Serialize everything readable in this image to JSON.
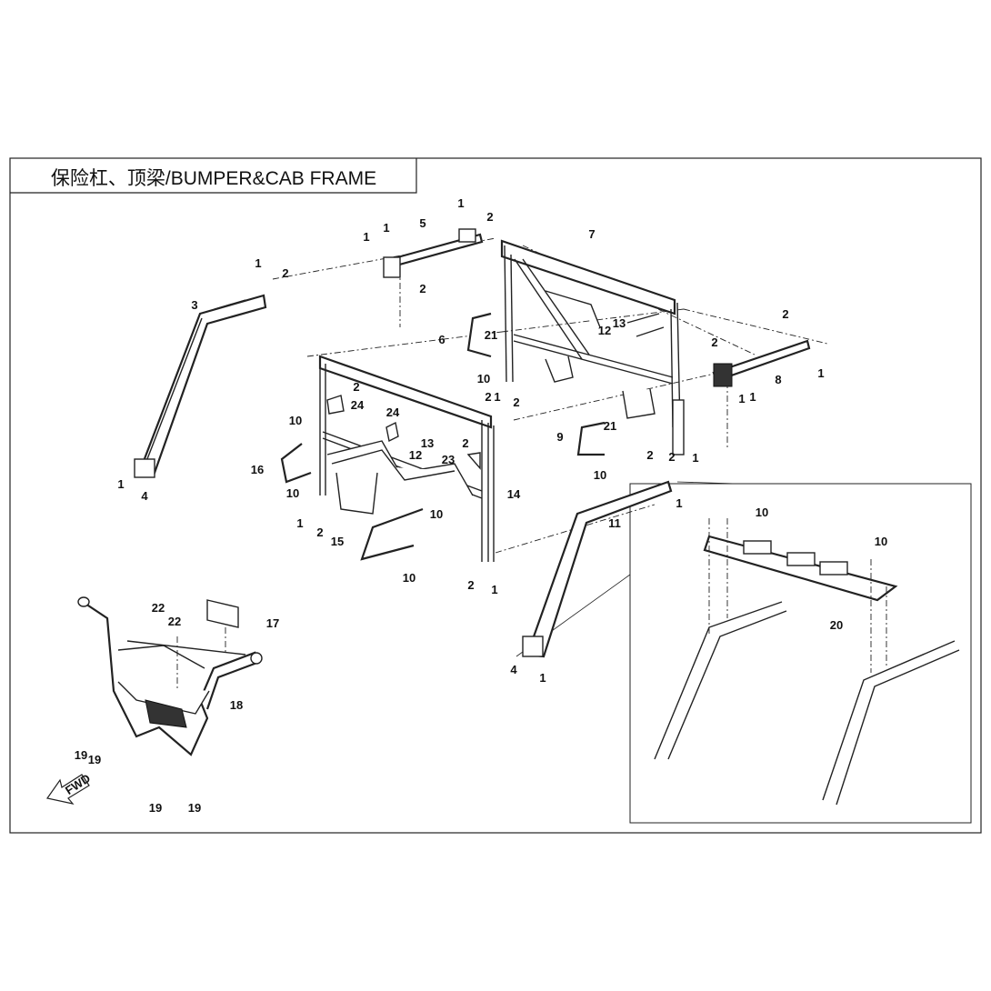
{
  "diagram": {
    "title": "保险杠、顶梁/BUMPER&CAB FRAME",
    "fwd_label": "FWD",
    "callouts": [
      {
        "id": "c1a",
        "text": "1"
      },
      {
        "id": "c1b",
        "text": "1"
      },
      {
        "id": "c1c",
        "text": "1"
      },
      {
        "id": "c1d",
        "text": "1"
      },
      {
        "id": "c1e",
        "text": "1"
      },
      {
        "id": "c1f",
        "text": "1"
      },
      {
        "id": "c1g",
        "text": "1"
      },
      {
        "id": "c1h",
        "text": "1"
      },
      {
        "id": "c1i",
        "text": "1"
      },
      {
        "id": "c1j",
        "text": "1"
      },
      {
        "id": "c1k",
        "text": "1"
      },
      {
        "id": "c1l",
        "text": "1"
      },
      {
        "id": "c1m",
        "text": "1"
      },
      {
        "id": "c1n",
        "text": "1"
      },
      {
        "id": "c2a",
        "text": "2"
      },
      {
        "id": "c2b",
        "text": "2"
      },
      {
        "id": "c2c",
        "text": "2"
      },
      {
        "id": "c2d",
        "text": "2"
      },
      {
        "id": "c2e",
        "text": "2"
      },
      {
        "id": "c2f",
        "text": "2"
      },
      {
        "id": "c2g",
        "text": "2"
      },
      {
        "id": "c2h",
        "text": "2"
      },
      {
        "id": "c2i",
        "text": "2"
      },
      {
        "id": "c2j",
        "text": "2"
      },
      {
        "id": "c2k",
        "text": "2"
      },
      {
        "id": "c2l",
        "text": "2"
      },
      {
        "id": "c2m",
        "text": "2"
      },
      {
        "id": "c3",
        "text": "3"
      },
      {
        "id": "c4a",
        "text": "4"
      },
      {
        "id": "c4b",
        "text": "4"
      },
      {
        "id": "c5",
        "text": "5"
      },
      {
        "id": "c6",
        "text": "6"
      },
      {
        "id": "c7",
        "text": "7"
      },
      {
        "id": "c8",
        "text": "8"
      },
      {
        "id": "c9",
        "text": "9"
      },
      {
        "id": "c10a",
        "text": "10"
      },
      {
        "id": "c10b",
        "text": "10"
      },
      {
        "id": "c10c",
        "text": "10"
      },
      {
        "id": "c10d",
        "text": "10"
      },
      {
        "id": "c10e",
        "text": "10"
      },
      {
        "id": "c10f",
        "text": "10"
      },
      {
        "id": "c10g",
        "text": "10"
      },
      {
        "id": "c10h",
        "text": "10"
      },
      {
        "id": "c11",
        "text": "11"
      },
      {
        "id": "c12a",
        "text": "12"
      },
      {
        "id": "c12b",
        "text": "12"
      },
      {
        "id": "c13a",
        "text": "13"
      },
      {
        "id": "c13b",
        "text": "13"
      },
      {
        "id": "c14",
        "text": "14"
      },
      {
        "id": "c15",
        "text": "15"
      },
      {
        "id": "c16",
        "text": "16"
      },
      {
        "id": "c17",
        "text": "17"
      },
      {
        "id": "c18",
        "text": "18"
      },
      {
        "id": "c19a",
        "text": "19"
      },
      {
        "id": "c19b",
        "text": "19"
      },
      {
        "id": "c19c",
        "text": "19"
      },
      {
        "id": "c19d",
        "text": "19"
      },
      {
        "id": "c20",
        "text": "20"
      },
      {
        "id": "c21a",
        "text": "21"
      },
      {
        "id": "c21b",
        "text": "21"
      },
      {
        "id": "c22a",
        "text": "22"
      },
      {
        "id": "c22b",
        "text": "22"
      },
      {
        "id": "c23",
        "text": "23"
      },
      {
        "id": "c24a",
        "text": "24"
      },
      {
        "id": "c24b",
        "text": "24"
      }
    ]
  }
}
